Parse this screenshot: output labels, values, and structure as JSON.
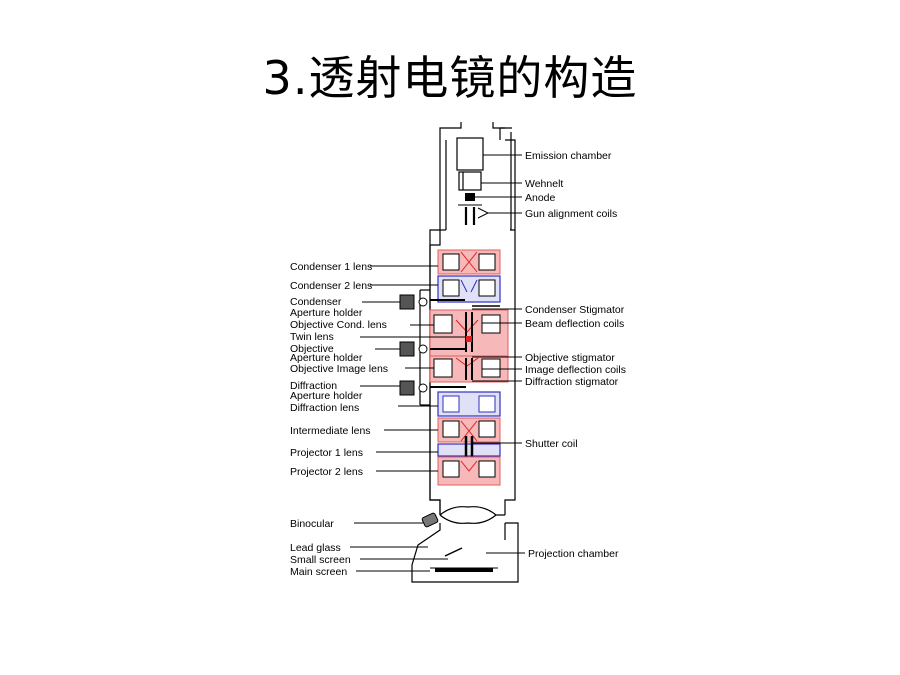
{
  "title": "3.透射电镜的构造",
  "colors": {
    "magnetic_red": "#f6b8b8",
    "red_line": "#e02020",
    "coil_blue": "#3030c0",
    "coil_fill": "#e0e0f6"
  },
  "labels_left": [
    "Condenser 1 lens",
    "Condenser 2 lens",
    "Condenser",
    "Aperture holder",
    "Objective Cond. lens",
    "Twin lens",
    "Objective",
    "Aperture holder",
    "Objective Image lens",
    "Diffraction",
    "Aperture holder",
    "Diffraction lens",
    "Intermediate lens",
    "Projector 1 lens",
    "Projector 2 lens",
    "Binocular",
    "Lead glass",
    "Small screen",
    "Main screen"
  ],
  "labels_right": [
    "Emission chamber",
    "Wehnelt",
    "Anode",
    "Gun alignment coils",
    "Condenser Stigmator",
    "Beam deflection coils",
    "Objective stigmator",
    "Image deflection coils",
    "Diffraction stigmator",
    "Shutter coil",
    "Projection chamber"
  ]
}
